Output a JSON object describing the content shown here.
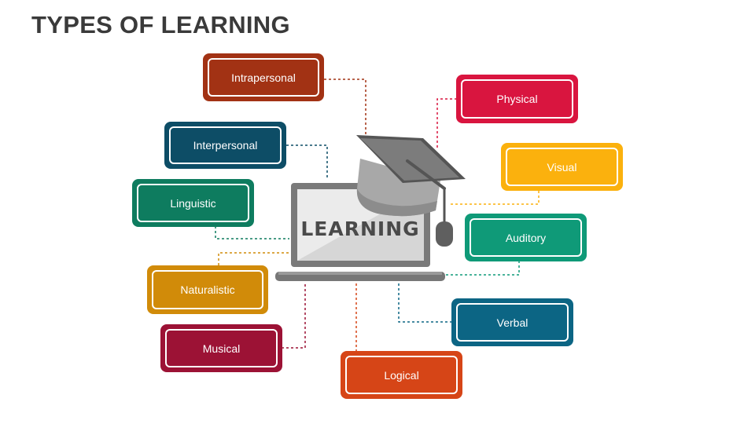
{
  "title": "TYPES OF LEARNING",
  "center_label": "LEARNING",
  "boxes": [
    {
      "key": "intrapersonal",
      "label": "Intrapersonal",
      "color": "#a23214"
    },
    {
      "key": "interpersonal",
      "label": "Interpersonal",
      "color": "#0d4d66"
    },
    {
      "key": "linguistic",
      "label": "Linguistic",
      "color": "#0e7c5f"
    },
    {
      "key": "naturalistic",
      "label": "Naturalistic",
      "color": "#d18b09"
    },
    {
      "key": "musical",
      "label": "Musical",
      "color": "#9c1235"
    },
    {
      "key": "logical",
      "label": "Logical",
      "color": "#d64517"
    },
    {
      "key": "verbal",
      "label": "Verbal",
      "color": "#0c6584"
    },
    {
      "key": "auditory",
      "label": "Auditory",
      "color": "#0f9a78"
    },
    {
      "key": "visual",
      "label": "Visual",
      "color": "#fbb10d"
    },
    {
      "key": "physical",
      "label": "Physical",
      "color": "#d9153f"
    }
  ],
  "icons": {
    "laptop": "laptop-icon",
    "cap": "graduation-cap-icon"
  }
}
